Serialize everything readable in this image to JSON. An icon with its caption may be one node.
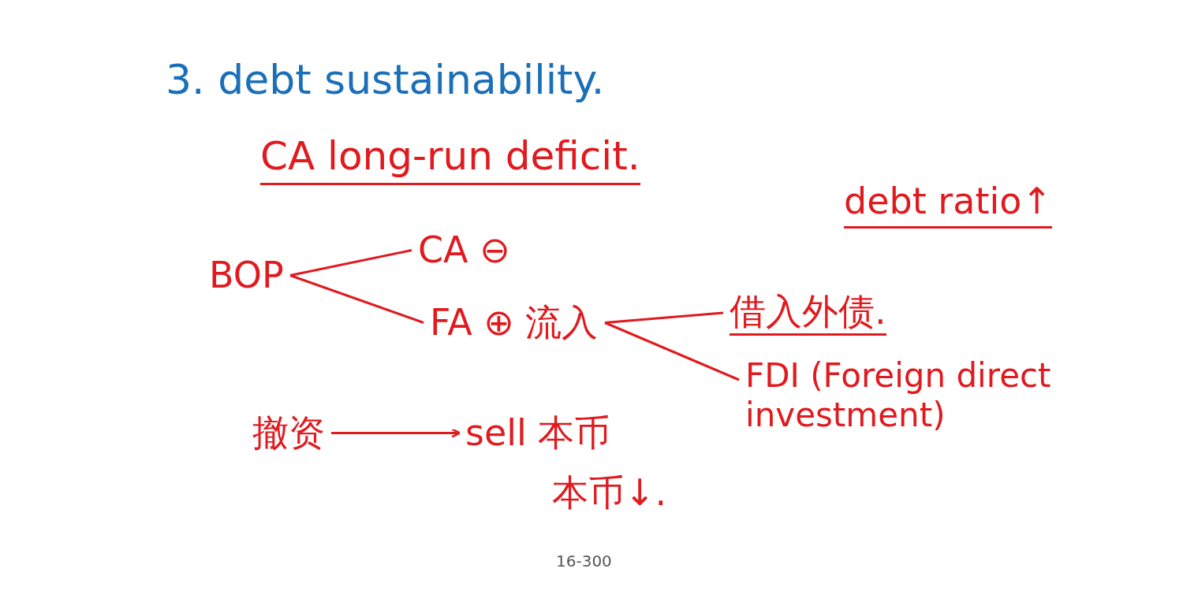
{
  "diagram": {
    "title": "3. debt sustainability.",
    "nodes": [
      {
        "text": [
          "BOP"
        ]
      },
      {
        "text": [
          "CA ⊖"
        ]
      },
      {
        "text": [
          "FA ⊕ 流入"
        ]
      },
      {
        "text": [
          "借入外债."
        ]
      },
      {
        "text": [
          "FDI (Foreign direct investment)"
        ]
      },
      {
        "text": [
          "撤资"
        ]
      },
      {
        "text": [
          "sell 本币"
        ]
      }
    ],
    "edges": [
      {
        "from": 0,
        "to": 1,
        "arrow": "none"
      },
      {
        "from": 0,
        "to": 2,
        "arrow": "none"
      },
      {
        "from": 2,
        "to": 3,
        "arrow": "none"
      },
      {
        "from": 2,
        "to": 4,
        "arrow": "none"
      },
      {
        "from": 5,
        "to": 6,
        "arrow": "to"
      }
    ],
    "labels": [
      "CA long-run deficit.",
      "debt ratio↑",
      "本币↓.",
      "16-300"
    ]
  }
}
